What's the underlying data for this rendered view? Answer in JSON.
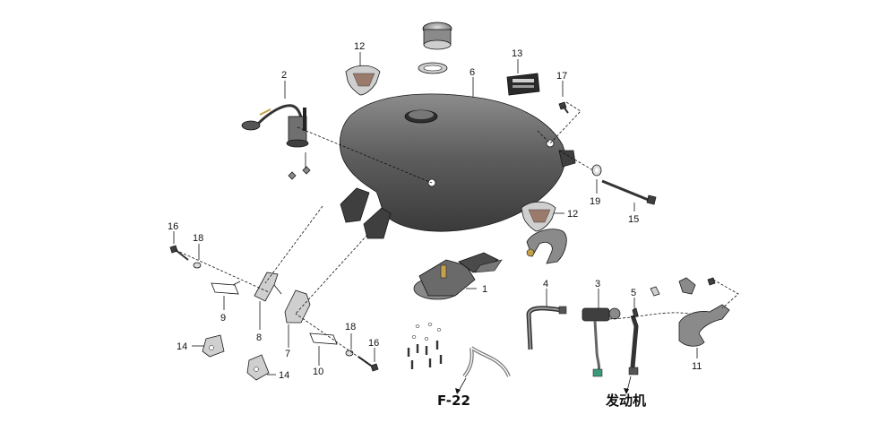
{
  "callouts": {
    "c1": "1",
    "c2": "2",
    "c3": "3",
    "c4": "4",
    "c5": "5",
    "c6": "6",
    "c7": "7",
    "c8": "8",
    "c9": "9",
    "c10": "10",
    "c11": "11",
    "c12a": "12",
    "c12b": "12",
    "c13": "13",
    "c14a": "14",
    "c14b": "14",
    "c15": "15",
    "c16a": "16",
    "c16b": "16",
    "c17": "17",
    "c18a": "18",
    "c18b": "18",
    "c19": "19"
  },
  "references": {
    "f22": "F-22",
    "engine": "发动机"
  },
  "colors": {
    "tank_body": "#5a5a5a",
    "tank_highlight": "#8c8c8c",
    "line": "#111111"
  }
}
